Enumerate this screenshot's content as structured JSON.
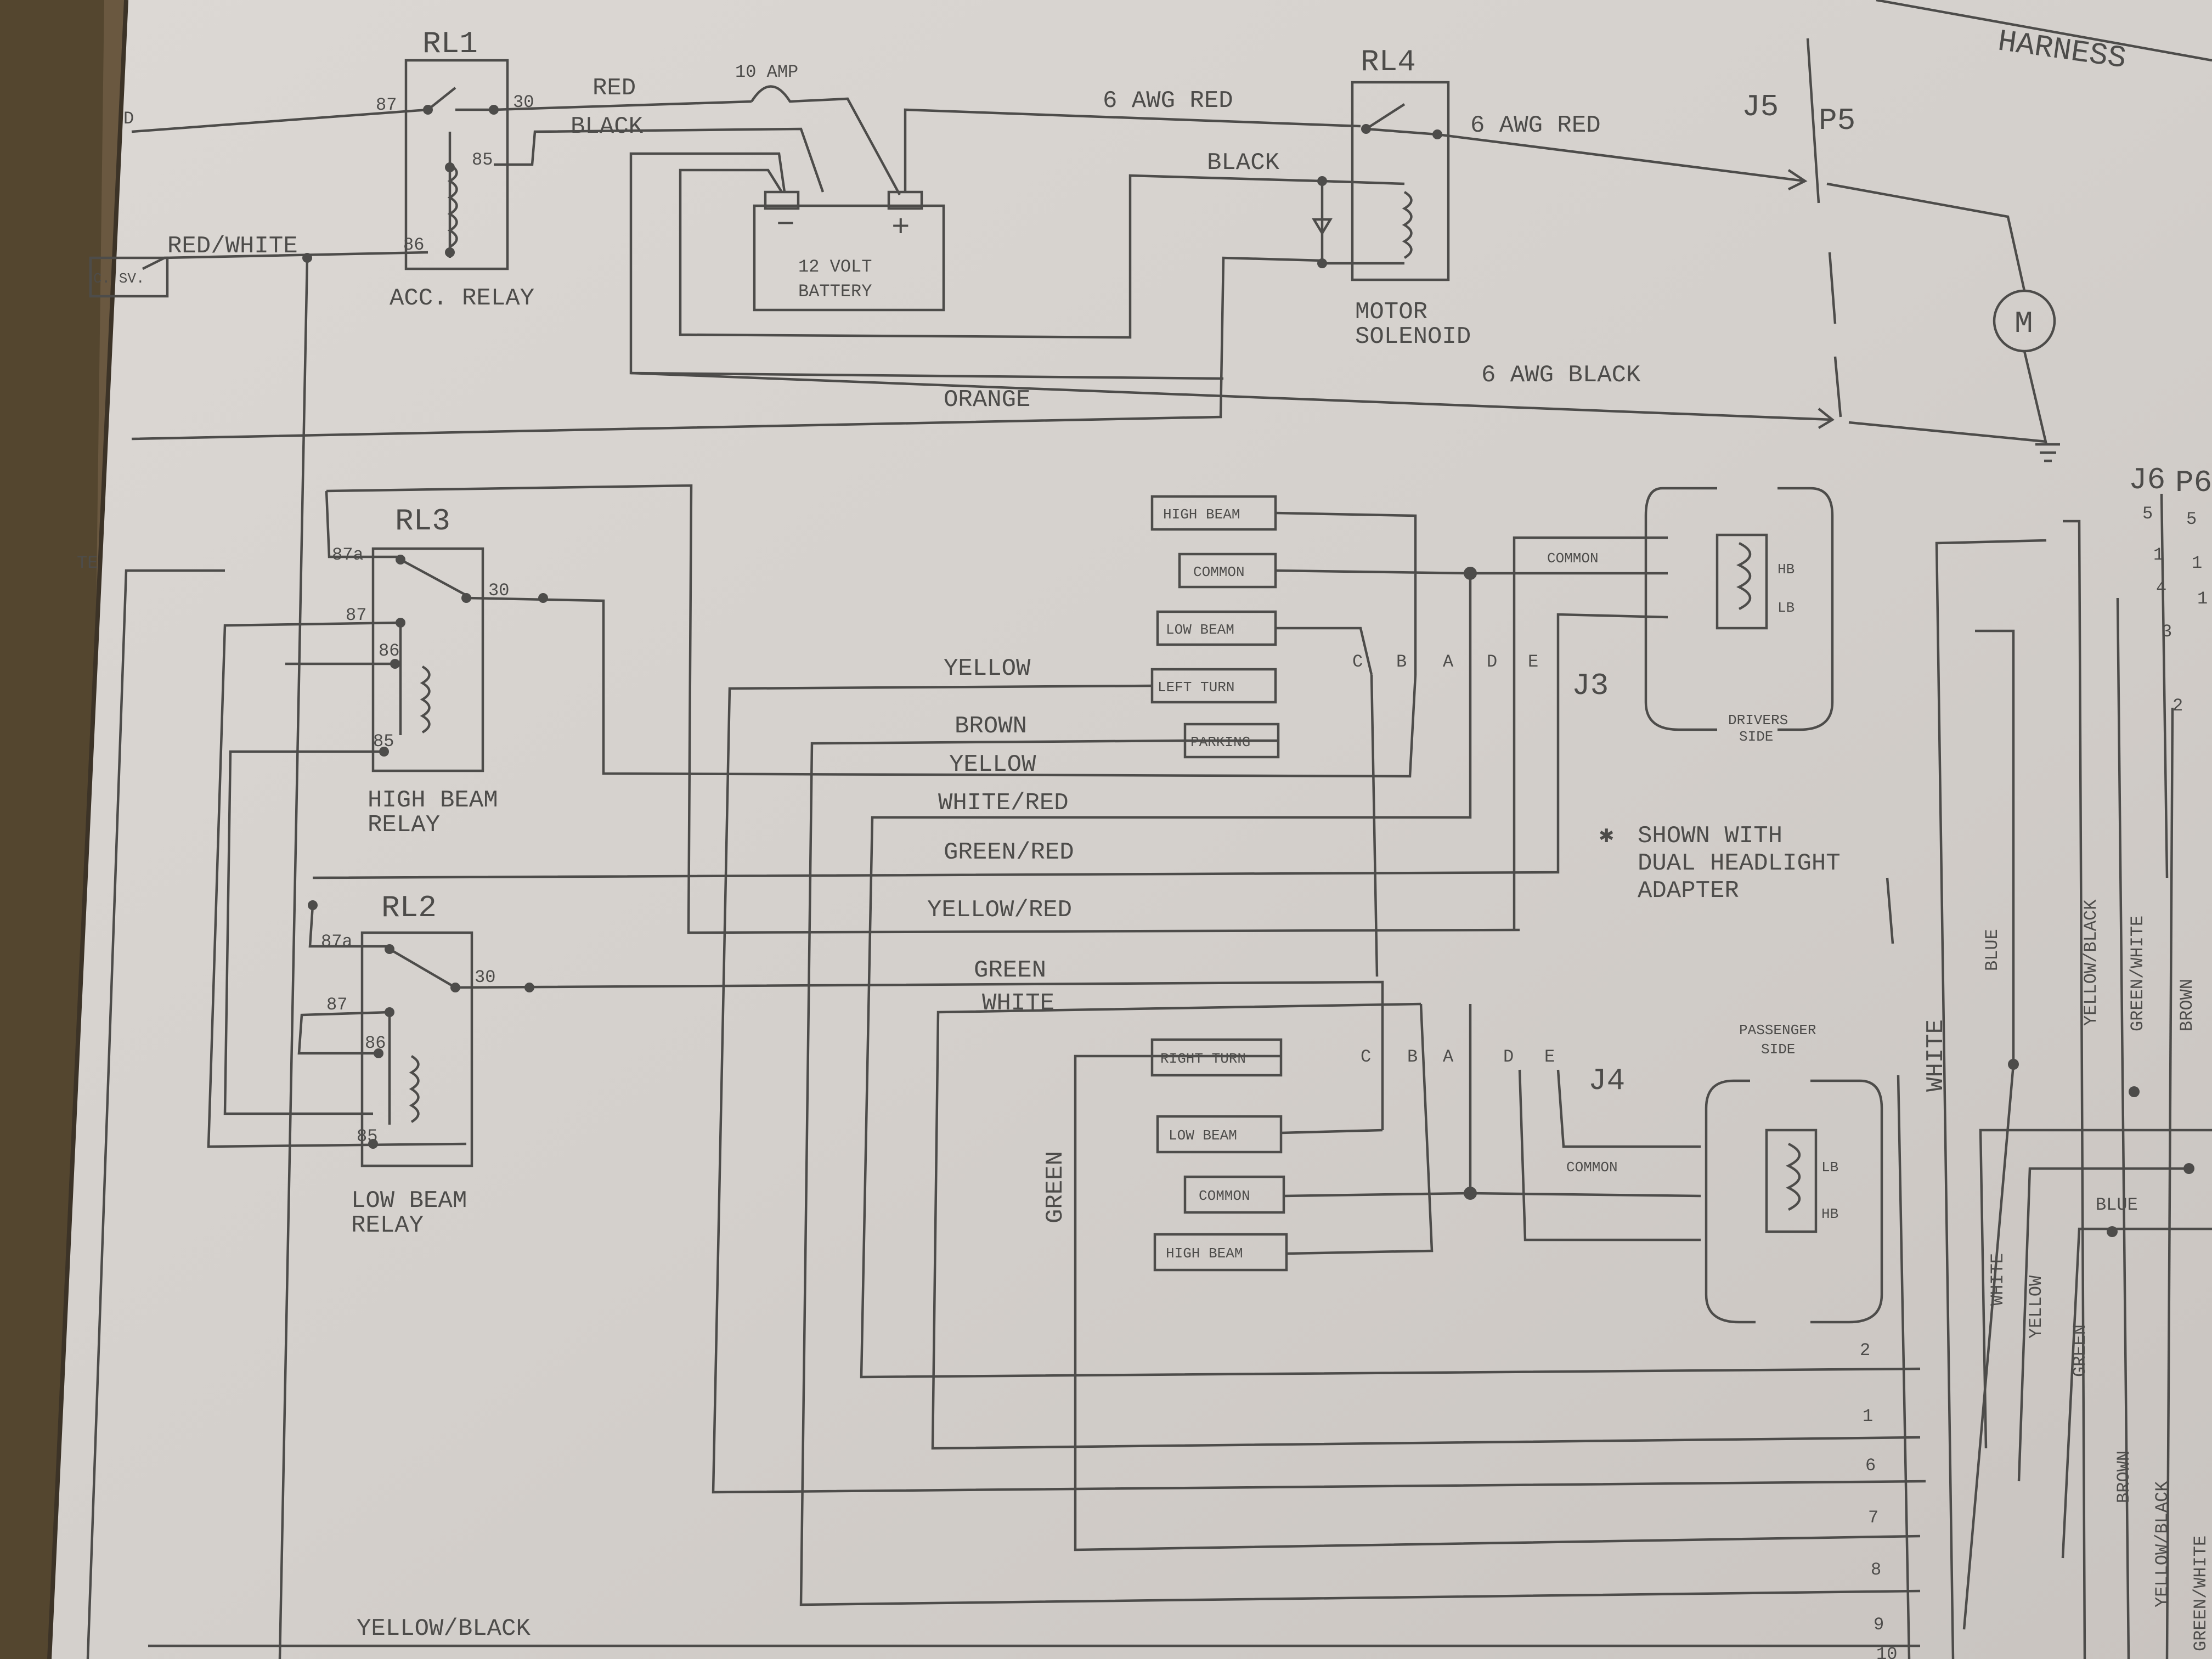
{
  "header": {
    "harness": "HARNESS"
  },
  "relays": {
    "rl1": {
      "id": "RL1",
      "name": "ACC. RELAY",
      "pins": [
        "87",
        "30",
        "85",
        "86"
      ]
    },
    "rl2": {
      "id": "RL2",
      "name_line1": "LOW BEAM",
      "name_line2": "RELAY",
      "pins": [
        "87a",
        "87",
        "86",
        "85",
        "30"
      ]
    },
    "rl3": {
      "id": "RL3",
      "name_line1": "HIGH BEAM",
      "name_line2": "RELAY",
      "pins": [
        "87a",
        "87",
        "86",
        "85",
        "30"
      ]
    },
    "rl4": {
      "id": "RL4",
      "name_line1": "MOTOR",
      "name_line2": "SOLENOID"
    }
  },
  "battery": {
    "line1": "12 VOLT",
    "line2": "BATTERY",
    "neg": "−",
    "pos": "+"
  },
  "fuse": {
    "label": "10 AMP"
  },
  "motor": {
    "symbol": "M"
  },
  "side_labels": {
    "acc_sv": "C. SV.",
    "left_d": "D",
    "left_te": "TE"
  },
  "wires": {
    "red": "RED",
    "black_top": "BLACK",
    "red_white": "RED/WHITE",
    "awg6_red_1": "6 AWG RED",
    "awg6_red_2": "6 AWG RED",
    "black_solenoid": "BLACK",
    "orange": "ORANGE",
    "awg6_black": "6 AWG BLACK",
    "yellow_1": "YELLOW",
    "brown": "BROWN",
    "yellow_2": "YELLOW",
    "white_red": "WHITE/RED",
    "green_red": "GREEN/RED",
    "yellow_red": "YELLOW/RED",
    "green": "GREEN",
    "white": "WHITE",
    "green_vert": "GREEN",
    "yellow_black_bottom": "YELLOW/BLACK",
    "right_white": "WHITE",
    "right_blue": "BLUE",
    "right_yellow_black": "YELLOW/BLACK",
    "right_green_white": "GREEN/WHITE",
    "right_brown": "BROWN",
    "right_white_2": "WHITE",
    "right_yellow": "YELLOW",
    "right_green": "GREEN",
    "right_blue_2": "BLUE",
    "right_brown_2": "BROWN",
    "right_yellow_black_2": "YELLOW/BLACK",
    "right_green_white_2": "GREEN/WHITE"
  },
  "connectors": {
    "j5": "J5",
    "p5": "P5",
    "j6": "J6",
    "p6": "P6",
    "j3": "J3",
    "j4": "J4",
    "pins_j3": [
      "C",
      "B",
      "A",
      "D",
      "E"
    ],
    "pins_j4": [
      "C",
      "B",
      "A",
      "D",
      "E"
    ],
    "j6_pins": [
      "5",
      "1",
      "4",
      "3",
      "2"
    ],
    "j6_pins_right": [
      "5",
      "1",
      "1"
    ],
    "harness_pins": [
      "2",
      "1",
      "6",
      "7",
      "8",
      "9",
      "10"
    ]
  },
  "terminals_left": [
    "HIGH BEAM",
    "COMMON",
    "LOW BEAM",
    "LEFT TURN",
    "PARKING"
  ],
  "terminals_right": [
    "RIGHT TURN",
    "LOW BEAM",
    "COMMON",
    "HIGH BEAM"
  ],
  "headlights": {
    "drivers": {
      "common": "COMMON",
      "hb": "HB",
      "lb": "LB",
      "side_line1": "DRIVERS",
      "side_line2": "SIDE"
    },
    "passenger": {
      "common": "COMMON",
      "lb": "LB",
      "hb": "HB",
      "side_line1": "PASSENGER",
      "side_line2": "SIDE"
    }
  },
  "note": {
    "star": "✱",
    "line1": "SHOWN WITH",
    "line2": "DUAL HEADLIGHT",
    "line3": "ADAPTER"
  }
}
